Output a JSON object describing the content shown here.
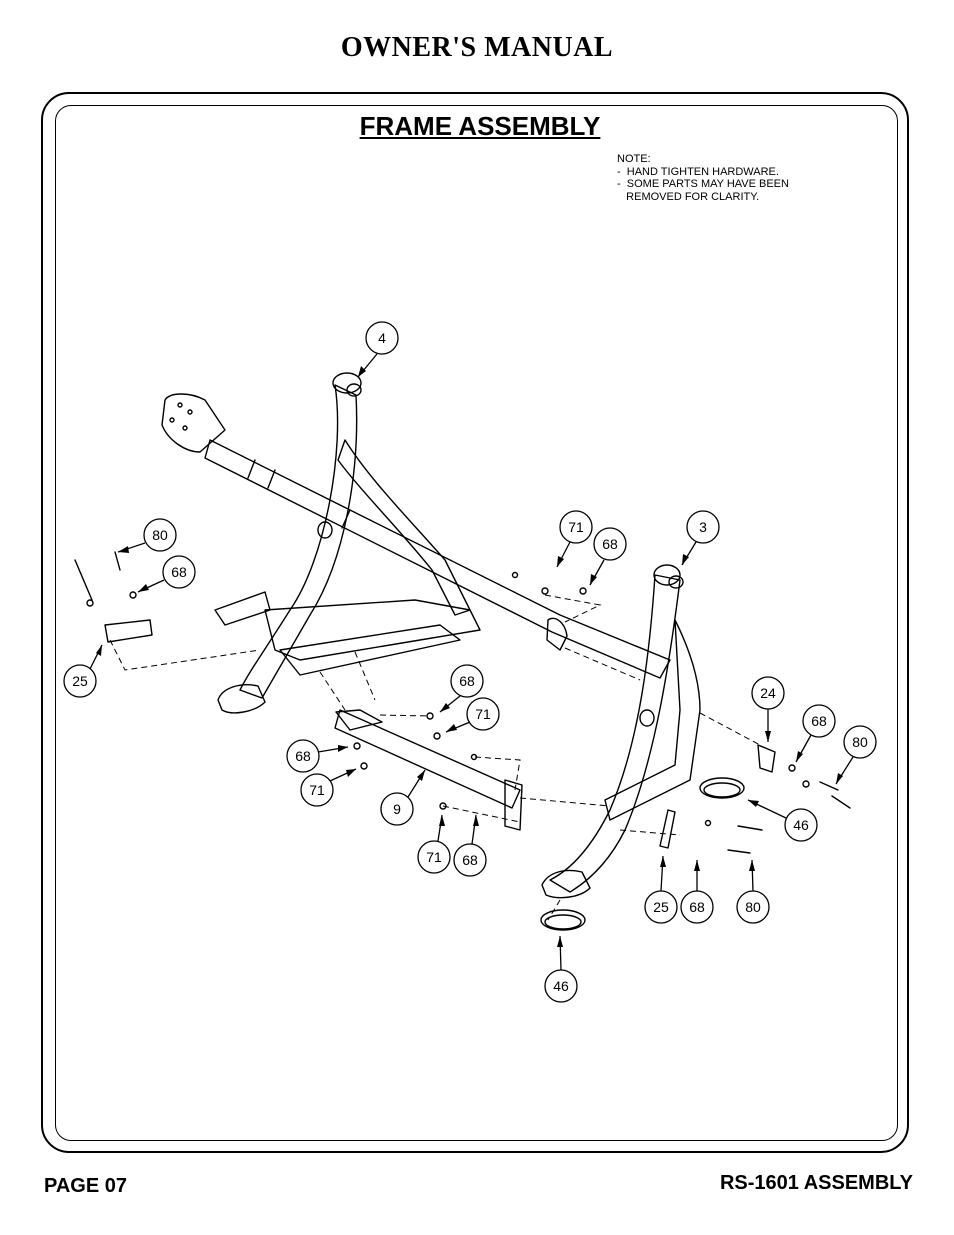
{
  "header": {
    "title": "OWNER'S MANUAL"
  },
  "section": {
    "title": "FRAME ASSEMBLY"
  },
  "note": {
    "lines": [
      "NOTE:",
      "-  HAND TIGHTEN HARDWARE.",
      "-  SOME PARTS MAY HAVE BEEN",
      "   REMOVED FOR CLARITY."
    ]
  },
  "footer": {
    "page": "PAGE 07",
    "model": "RS-1601 ASSEMBLY"
  },
  "callouts": [
    "4",
    "80",
    "68",
    "25",
    "71",
    "68",
    "3",
    "68",
    "71",
    "68",
    "71",
    "9",
    "71",
    "68",
    "24",
    "68",
    "80",
    "46",
    "25",
    "68",
    "80",
    "46"
  ]
}
